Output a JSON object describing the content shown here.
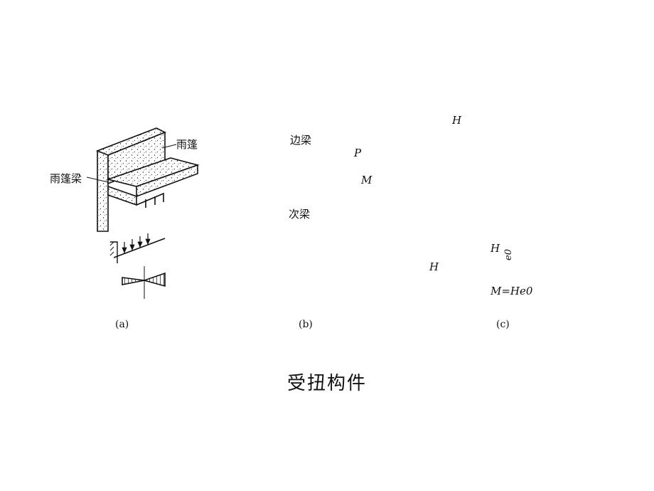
{
  "figure": {
    "caption": "受扭构件",
    "panel_a": {
      "label": "(a)",
      "canopy_text": "雨篷",
      "canopy_beam_text": "雨篷梁"
    },
    "panel_b": {
      "label": "(b)",
      "edge_beam_text": "边梁",
      "secondary_beam_text": "次梁",
      "load_symbol": "P",
      "moment_symbol": "M"
    },
    "panel_c": {
      "label": "(c)",
      "force_symbol_top": "H",
      "force_symbol_mid": "H",
      "force_symbol_left": "H",
      "eccentricity_symbol": "e0",
      "moment_equation": "M=He0"
    }
  }
}
